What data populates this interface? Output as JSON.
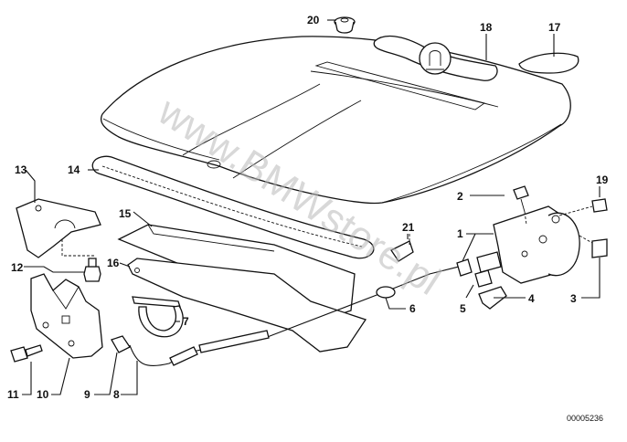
{
  "watermark": "www.BMWstore.pl",
  "doc_id": "00005236",
  "callouts": [
    "1",
    "2",
    "3",
    "4",
    "5",
    "6",
    "7",
    "8",
    "9",
    "10",
    "11",
    "12",
    "13",
    "14",
    "15",
    "16",
    "17",
    "18",
    "19",
    "20",
    "21"
  ]
}
